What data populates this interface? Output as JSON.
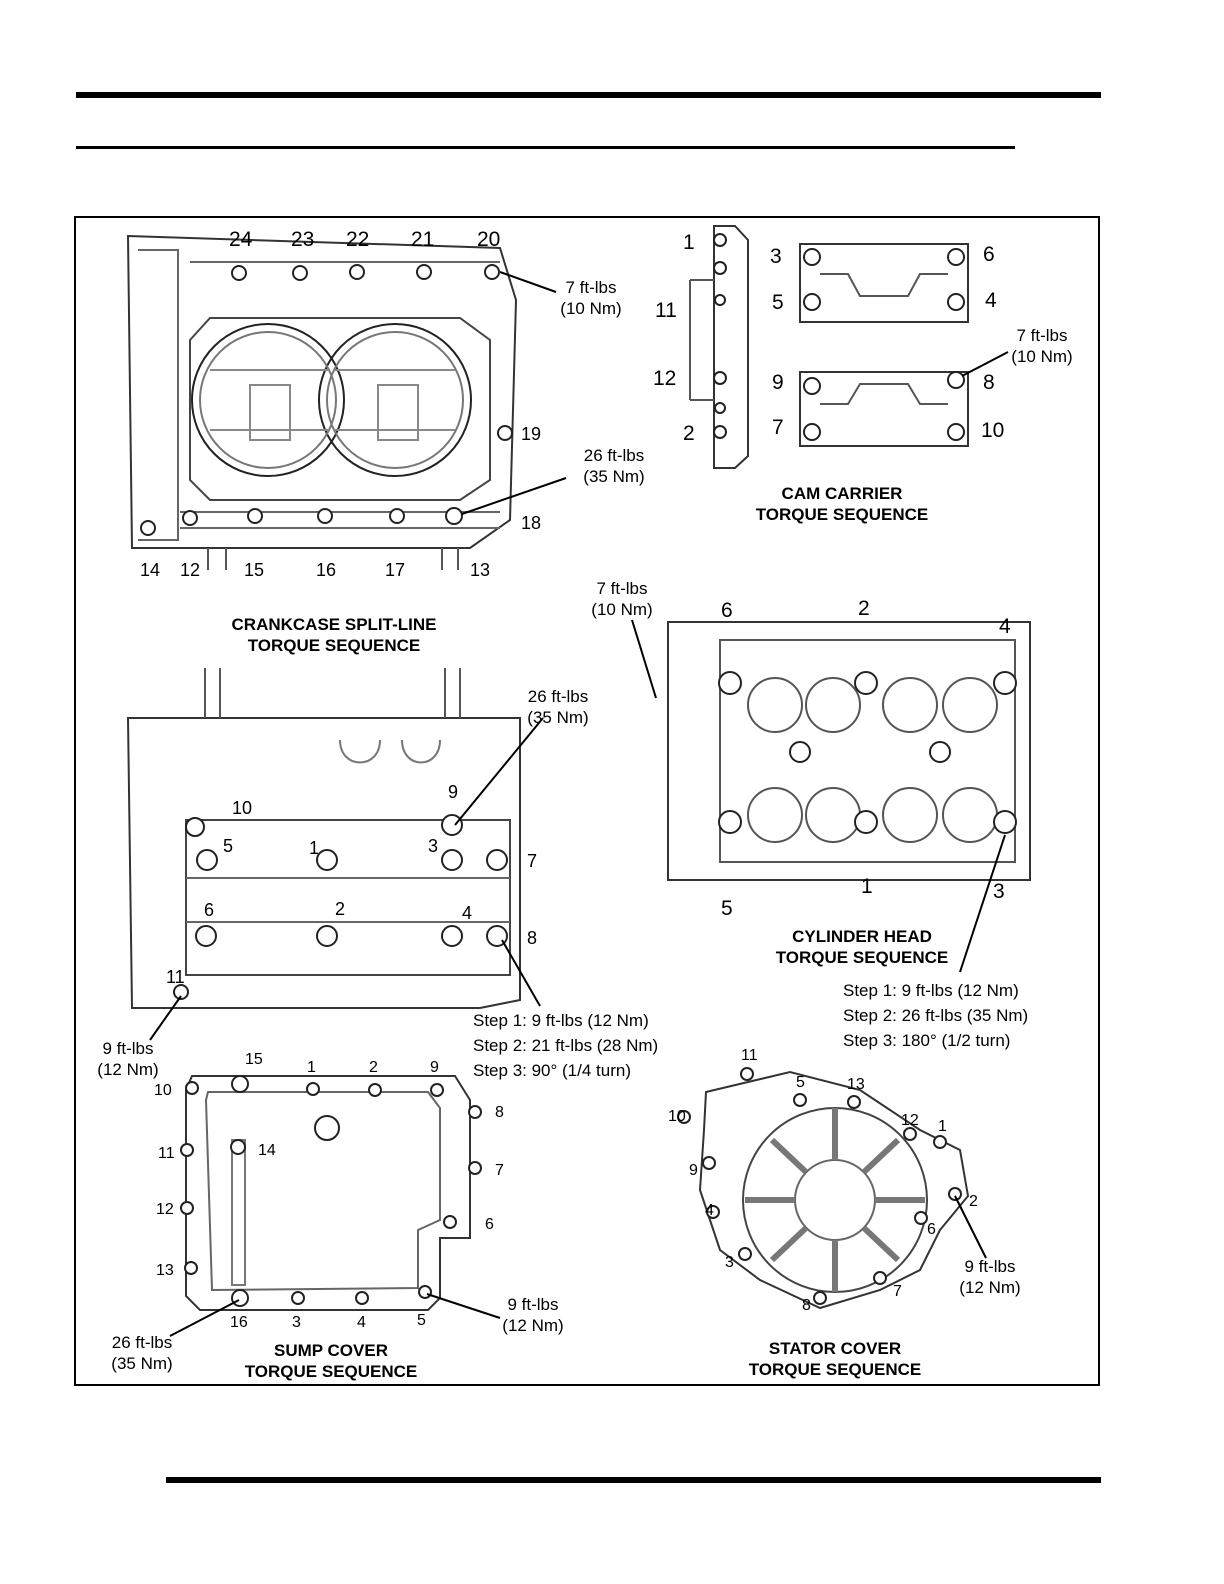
{
  "figure": {
    "crankcase": {
      "caption": [
        "CRANKCASE SPLIT-LINE",
        "TORQUE SEQUENCE"
      ],
      "bolts": [
        "24",
        "23",
        "22",
        "21",
        "20",
        "19",
        "18",
        "14",
        "12",
        "15",
        "16",
        "17",
        "13"
      ],
      "torque_small": [
        "7 ft-lbs",
        "(10 Nm)"
      ],
      "torque_large": [
        "26 ft-lbs",
        "(35 Nm)"
      ]
    },
    "cam_carrier": {
      "caption": [
        "CAM CARRIER",
        "TORQUE SEQUENCE"
      ],
      "bolts": [
        "1",
        "11",
        "12",
        "2",
        "3",
        "6",
        "5",
        "4",
        "9",
        "8",
        "7",
        "10"
      ],
      "torque": [
        "7 ft-lbs",
        "(10 Nm)"
      ]
    },
    "crankcase_lower": {
      "bolts": [
        "10",
        "9",
        "5",
        "1",
        "3",
        "7",
        "6",
        "2",
        "4",
        "8",
        "11"
      ],
      "torque_large": [
        "26 ft-lbs",
        "(35 Nm)"
      ],
      "torque_small": [
        "9 ft-lbs",
        "(12 Nm)"
      ],
      "steps": [
        "Step 1: 9 ft-lbs (12 Nm)",
        "Step 2: 21 ft-lbs (28 Nm)",
        "Step 3: 90° (1/4 turn)"
      ]
    },
    "cylinder_head": {
      "caption": [
        "CYLINDER HEAD",
        "TORQUE SEQUENCE"
      ],
      "bolts": [
        "6",
        "2",
        "4",
        "5",
        "1",
        "3"
      ],
      "torque": [
        "7 ft-lbs",
        "(10 Nm)"
      ],
      "steps": [
        "Step 1: 9 ft-lbs (12 Nm)",
        "Step 2: 26 ft-lbs (35 Nm)",
        "Step 3: 180° (1/2 turn)"
      ]
    },
    "sump_cover": {
      "caption": [
        "SUMP COVER",
        "TORQUE SEQUENCE"
      ],
      "bolts": [
        "15",
        "1",
        "2",
        "9",
        "10",
        "14",
        "8",
        "11",
        "7",
        "12",
        "6",
        "13",
        "16",
        "3",
        "4",
        "5"
      ],
      "torque_small": [
        "9 ft-lbs",
        "(12 Nm)"
      ],
      "torque_large": [
        "26 ft-lbs",
        "(35 Nm)"
      ]
    },
    "stator_cover": {
      "caption": [
        "STATOR COVER",
        "TORQUE SEQUENCE"
      ],
      "bolts": [
        "11",
        "5",
        "13",
        "10",
        "12",
        "1",
        "9",
        "2",
        "4",
        "6",
        "3",
        "7",
        "8"
      ],
      "torque": [
        "9 ft-lbs",
        "(12 Nm)"
      ]
    }
  }
}
